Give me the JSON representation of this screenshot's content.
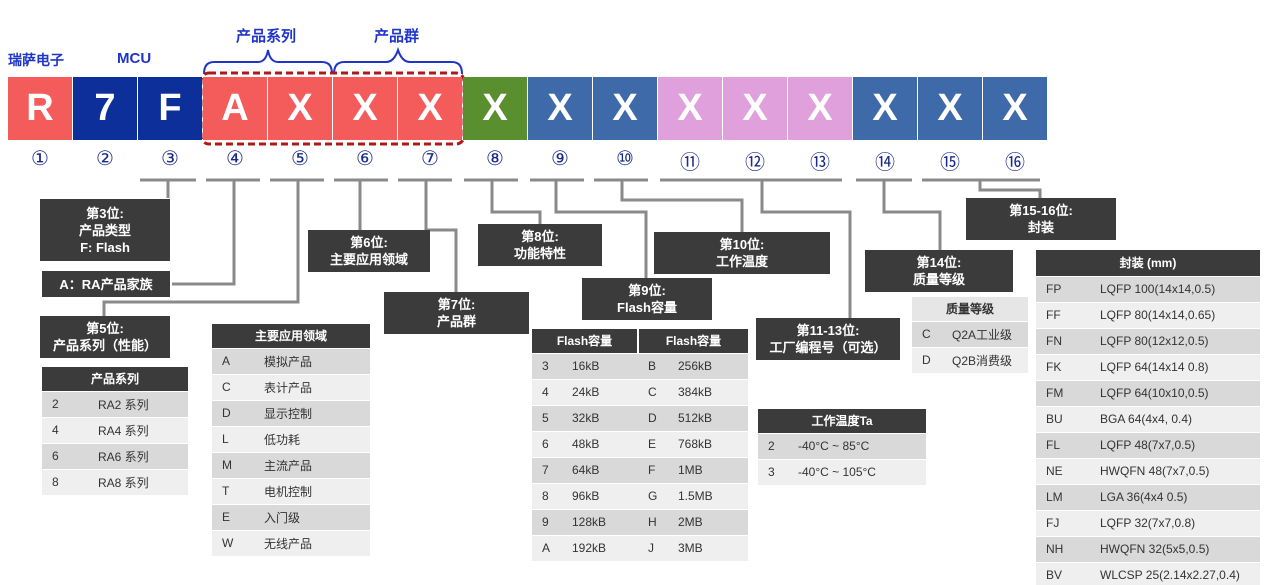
{
  "brand_label": "瑞萨电子",
  "mcu_label": "MCU",
  "brace_series_label": "产品系列",
  "brace_group_label": "产品群",
  "code_boxes": [
    {
      "char": "R",
      "color": "#f45b5b"
    },
    {
      "char": "7",
      "color": "#0d2f9a"
    },
    {
      "char": "F",
      "color": "#0d2f9a"
    },
    {
      "char": "A",
      "color": "#f45b5b"
    },
    {
      "char": "X",
      "color": "#f45b5b"
    },
    {
      "char": "X",
      "color": "#f45b5b"
    },
    {
      "char": "X",
      "color": "#f45b5b"
    },
    {
      "char": "X",
      "color": "#5a8f2f"
    },
    {
      "char": "X",
      "color": "#3f6aaa"
    },
    {
      "char": "X",
      "color": "#3f6aaa"
    },
    {
      "char": "X",
      "color": "#dfa0dc"
    },
    {
      "char": "X",
      "color": "#dfa0dc"
    },
    {
      "char": "X",
      "color": "#dfa0dc"
    },
    {
      "char": "X",
      "color": "#3f6aaa"
    },
    {
      "char": "X",
      "color": "#3f6aaa"
    },
    {
      "char": "X",
      "color": "#3f6aaa"
    }
  ],
  "positions": [
    "①",
    "②",
    "③",
    "④",
    "⑤",
    "⑥",
    "⑦",
    "⑧",
    "⑨",
    "⑩",
    "⑪",
    "⑫",
    "⑬",
    "⑭",
    "⑮",
    "⑯"
  ],
  "callouts": {
    "pos3": [
      "第3位:",
      "产品类型",
      "F: Flash"
    ],
    "pos4": [
      "A：RA产品家族"
    ],
    "pos5": [
      "第5位:",
      "产品系列（性能）"
    ],
    "pos6": [
      "第6位:",
      "主要应用领域"
    ],
    "pos7": [
      "第7位:",
      "产品群"
    ],
    "pos8": [
      "第8位:",
      "功能特性"
    ],
    "pos9": [
      "第9位:",
      "Flash容量"
    ],
    "pos10": [
      "第10位:",
      "工作温度"
    ],
    "pos11_13": [
      "第11-13位:",
      "工厂编程号（可选）"
    ],
    "pos14": [
      "第14位:",
      "质量等级"
    ],
    "pos15_16": [
      "第15-16位:",
      "封装"
    ]
  },
  "series_table": {
    "header": "产品系列",
    "rows": [
      [
        "2",
        "RA2 系列"
      ],
      [
        "4",
        "RA4 系列"
      ],
      [
        "6",
        "RA6 系列"
      ],
      [
        "8",
        "RA8 系列"
      ]
    ]
  },
  "app_table": {
    "header": "主要应用领域",
    "rows": [
      [
        "A",
        "模拟产品"
      ],
      [
        "C",
        "表计产品"
      ],
      [
        "D",
        "显示控制"
      ],
      [
        "L",
        "低功耗"
      ],
      [
        "M",
        "主流产品"
      ],
      [
        "T",
        "电机控制"
      ],
      [
        "E",
        "入门级"
      ],
      [
        "W",
        "无线产品"
      ]
    ]
  },
  "flash_table": {
    "header_left": "Flash容量",
    "header_right": "Flash容量",
    "rows": [
      [
        "3",
        "16kB",
        "B",
        "256kB"
      ],
      [
        "4",
        "24kB",
        "C",
        "384kB"
      ],
      [
        "5",
        "32kB",
        "D",
        "512kB"
      ],
      [
        "6",
        "48kB",
        "E",
        "768kB"
      ],
      [
        "7",
        "64kB",
        "F",
        "1MB"
      ],
      [
        "8",
        "96kB",
        "G",
        "1.5MB"
      ],
      [
        "9",
        "128kB",
        "H",
        "2MB"
      ],
      [
        "A",
        "192kB",
        "J",
        "3MB"
      ]
    ]
  },
  "temp_table": {
    "header": "工作温度Ta",
    "rows": [
      [
        "2",
        "-40°C ~ 85°C"
      ],
      [
        "3",
        "-40°C ~ 105°C"
      ]
    ]
  },
  "quality_table": {
    "header": "质量等级",
    "rows": [
      [
        "C",
        "Q2A工业级"
      ],
      [
        "D",
        "Q2B消费级"
      ]
    ]
  },
  "package_table": {
    "header": "封装 (mm)",
    "rows": [
      [
        "FP",
        "LQFP 100(14x14,0.5)"
      ],
      [
        "FF",
        "LQFP 80(14x14,0.65)"
      ],
      [
        "FN",
        "LQFP 80(12x12,0.5)"
      ],
      [
        "FK",
        "LQFP 64(14x14 0.8)"
      ],
      [
        "FM",
        "LQFP 64(10x10,0.5)"
      ],
      [
        "BU",
        "BGA 64(4x4, 0.4)"
      ],
      [
        "FL",
        "LQFP 48(7x7,0.5)"
      ],
      [
        "NE",
        "HWQFN 48(7x7,0.5)"
      ],
      [
        "LM",
        "LGA 36(4x4 0.5)"
      ],
      [
        "FJ",
        "LQFP 32(7x7,0.8)"
      ],
      [
        "NH",
        "HWQFN 32(5x5,0.5)"
      ],
      [
        "BV",
        "WLCSP 25(2.14x2.27,0.4)"
      ]
    ]
  }
}
